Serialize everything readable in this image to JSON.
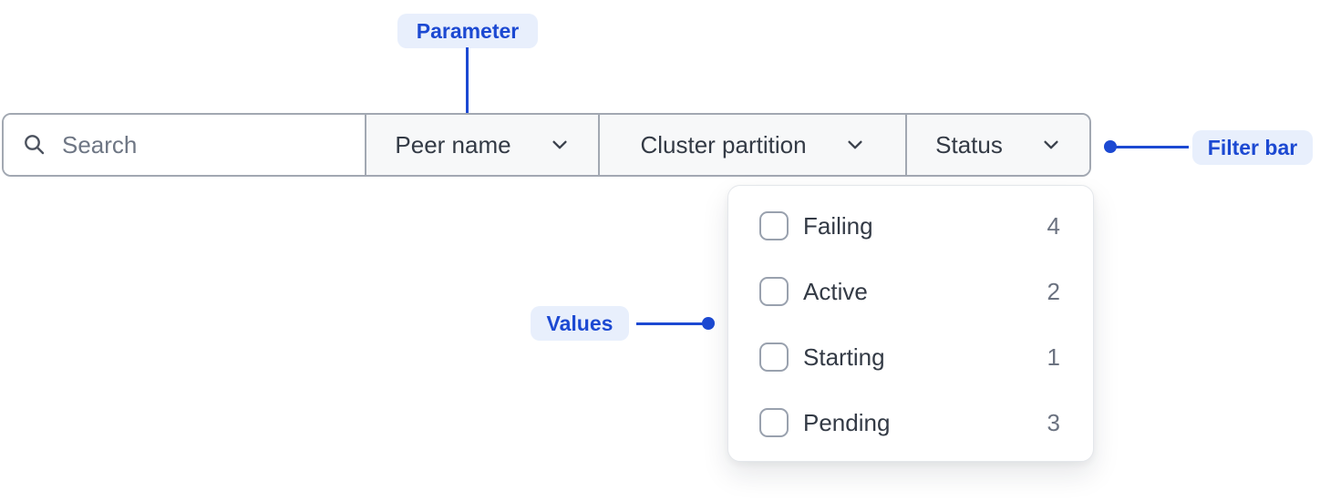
{
  "annotations": {
    "parameter_label": "Parameter",
    "filter_bar_label": "Filter bar",
    "values_label": "Values"
  },
  "filter_bar": {
    "search": {
      "placeholder": "Search",
      "value": "",
      "icon": "search-icon"
    },
    "dropdowns": [
      {
        "label": "Peer name",
        "icon": "chevron-down-icon"
      },
      {
        "label": "Cluster partition",
        "icon": "chevron-down-icon"
      },
      {
        "label": "Status",
        "icon": "chevron-down-icon",
        "open": true
      }
    ]
  },
  "status_dropdown": {
    "options": [
      {
        "label": "Failing",
        "count": 4,
        "checked": false
      },
      {
        "label": "Active",
        "count": 2,
        "checked": false
      },
      {
        "label": "Starting",
        "count": 1,
        "checked": false
      },
      {
        "label": "Pending",
        "count": 3,
        "checked": false
      }
    ]
  },
  "colors": {
    "accent_blue": "#1c49d2",
    "callout_background": "#e8effc",
    "bar_border": "#a2a8b2",
    "dropdown_button_background": "#f7f8f9",
    "text_dark": "#333a45",
    "text_muted": "#6b7280",
    "panel_border": "#e4e7eb"
  }
}
